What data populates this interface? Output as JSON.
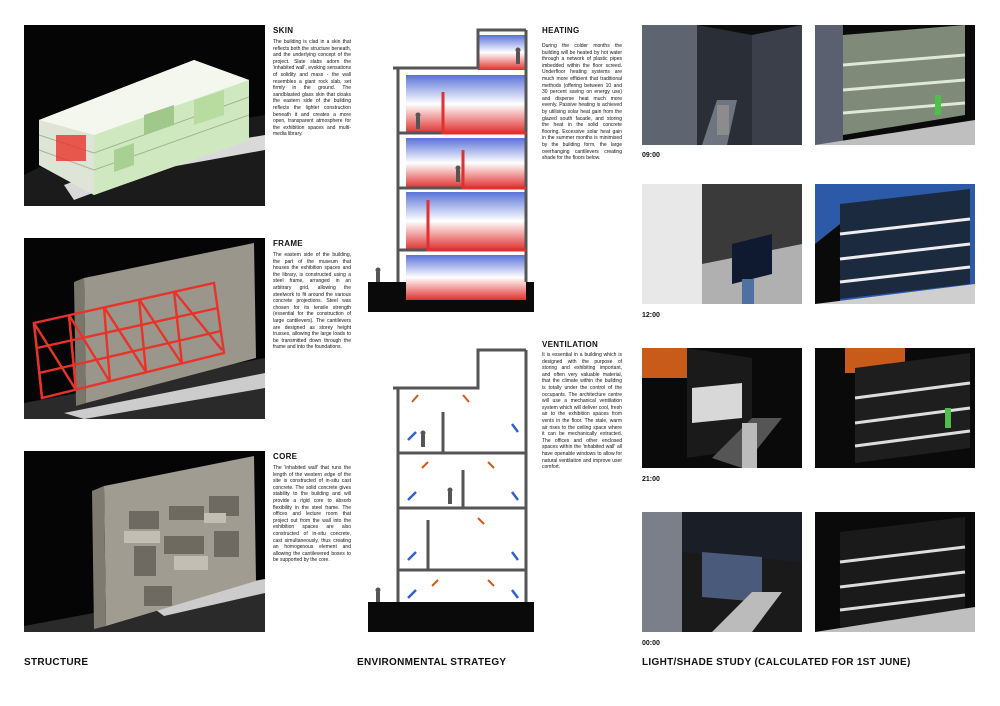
{
  "structure": {
    "section_title": "STRUCTURE",
    "skin": {
      "heading": "SKIN",
      "text": "The building is clad in a skin that reflects both the structure beneath, and the underlying concept of the project. Slate slabs adorn the 'inhabited wall', evoking sensations of solidity and mass - the wall resembles a giant rock slab, set firmly in the ground. The sandblasted glass skin that cloaks the eastern side of the building reflects the lighter construction beneath it and creates a more open, transparent atmosphere for the exhibition spaces and multi-media library."
    },
    "frame": {
      "heading": "FRAME",
      "text": "The eastern side of the building, the part of the museum that houses the exhibition spaces and the library, is constructed using a steel frame, arranged in an arbitrary grid, allowing the steelwork to fit around the various concrete projections. Steel was chosen for its tensile strength (essential for the construction of large cantilevers). The cantilevers are designed as storey height trusses, allowing the large loads to be transmitted down through the frame and into the foundations."
    },
    "core": {
      "heading": "CORE",
      "text": "The 'inhabited wall' that runs the length of the western edge of the site is constructed of in-situ cast concrete. The solid concrete gives stability to the building and will provide a rigid core to absorb flexibility in the steel frame. The offices and lecture room that project out from the wall into the exhibition spaces are also constructed of in-situ concrete, cast simultaneously, thus creating an homogenous element and allowing the cantilevered boxes to be supported by the core."
    }
  },
  "environmental": {
    "section_title": "ENVIRONMENTAL STRATEGY",
    "heating": {
      "heading": "HEATING",
      "text": "During the colder months the building will be heated by hot water through a network of plastic pipes imbedded within the floor screed. Underfloor heating systems are much more efficient that traditional methods (offering between 10 and 30 percent saving on energy use) and disperse heat much more evenly. Passive heating is achieved by utilising solar heat gain from the glazed south facade, and storing the heat in the solid concrete flooring. Excessive solar heat gain in the summer months is minimised by the building form, the large overhanging cantilevers creating shade for the floors below."
    },
    "ventilation": {
      "heading": "VENTILATION",
      "text": "It is essential in a building which is designed with the purpose of storing and exhibiting important, and often very valuable material, that the climate within the building is totally under the control of the occupants. The architecture centre will use a mechanical ventilation system which will deliver cool, fresh air to the exhibition spaces from vents in the floor. The stale, warm air rises to the ceiling space where it can be mechanically extracted. The offices and other enclosed spaces within the 'inhabited wall' all have openable windows to allow for natural ventilation and improve user comfort."
    }
  },
  "lightshade": {
    "section_title": "LIGHT/SHADE STUDY (CALCULATED FOR 1ST JUNE)",
    "times": [
      "09:00",
      "12:00",
      "21:00",
      "00:00"
    ]
  },
  "colors": {
    "frame_red": "#e8332a",
    "heat_red": "#e03030",
    "heat_blue": "#4a6ad0",
    "ventilation_blue": "#2f5fd0",
    "ventilation_orange": "#d05a1a",
    "sky_blue": "#2d5aa8",
    "sunset_orange": "#c85a1a",
    "glass_green": "#cfe8c0"
  }
}
